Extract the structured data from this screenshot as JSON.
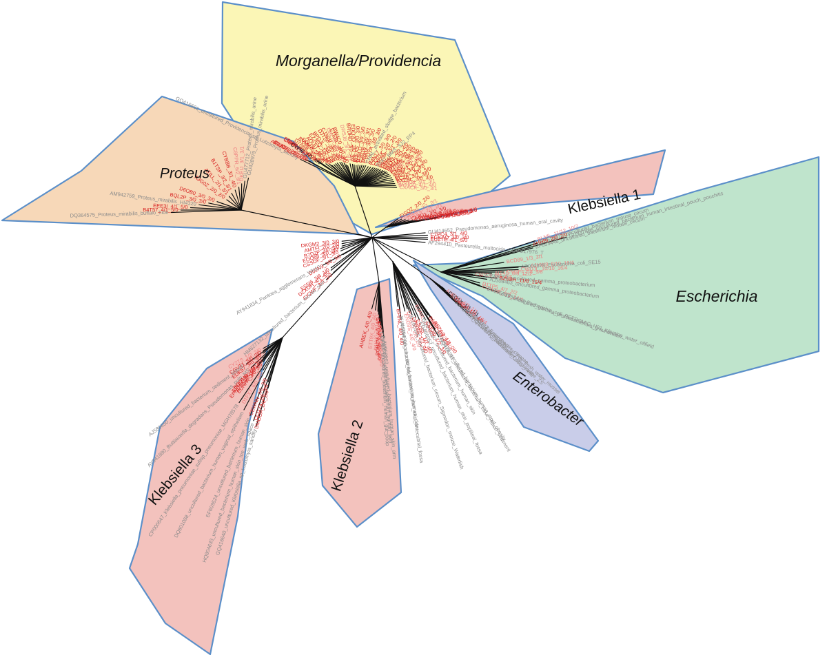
{
  "colors": {
    "border": "#5b8fc9",
    "branch": "#111111",
    "label_red": "#d62020",
    "label_pink": "#ee7e7e",
    "label_gray": "#8a8a8a"
  },
  "clades": [
    {
      "id": "morganella",
      "label": "Morganella/Providencia",
      "italic": true,
      "fill": "#fbf6b6"
    },
    {
      "id": "proteus",
      "label": "Proteus",
      "italic": true,
      "fill": "#f7d8b8"
    },
    {
      "id": "klebsiella1",
      "label": "Klebsiella 1",
      "italic": false,
      "fill": "#f3c2bd"
    },
    {
      "id": "escherichia",
      "label": "Escherichia",
      "italic": true,
      "fill": "#bfe4cc"
    },
    {
      "id": "enterobacter",
      "label": "Enterobacter",
      "italic": true,
      "fill": "#c9cde9"
    },
    {
      "id": "klebsiella2",
      "label": "Klebsiella 2",
      "italic": false,
      "fill": "#f3c2bd"
    },
    {
      "id": "klebsiella3",
      "label": "Klebsiella 3",
      "italic": false,
      "fill": "#f3c2bd"
    }
  ],
  "leaves": {
    "proteus": [
      {
        "t": "DQ364575_Proteus_mirabilis_buffalo_hide",
        "c": "gray"
      },
      {
        "t": "B4T57_4/1_5/0",
        "c": "red"
      },
      {
        "t": "EEE3I_4/1_5/0",
        "c": "red"
      },
      {
        "t": "AM942759_Proteus_mirabilis_HI4320",
        "c": "gray"
      },
      {
        "t": "BQL2P_3/0_3/0",
        "c": "red"
      },
      {
        "t": "D6OB0_3/0_3/0",
        "c": "red"
      },
      {
        "t": "A3G0Z_2/0_2/0",
        "c": "red"
      },
      {
        "t": "ATILL_2/1_3/1",
        "c": "red"
      },
      {
        "t": "B1TSP_3/2_3/1",
        "c": "red"
      },
      {
        "t": "CYBBB_3/1_4/0",
        "c": "red"
      },
      {
        "t": "C8PPR_6/2_6/1",
        "c": "pink"
      },
      {
        "t": "DKEIJ_3/1_3/1",
        "c": "pink"
      },
      {
        "t": "GU477712_Proteus_mirabilis_urine",
        "c": "gray"
      },
      {
        "t": "GU428979_Proteus_mirabilis_urine",
        "c": "gray"
      }
    ],
    "morganella": [
      {
        "t": "GQ416661_uncultured_Providencia_sp_Lutzomyia_sandfly",
        "c": "gray"
      },
      {
        "t": "APPAT_2/0_2/0",
        "c": "red"
      },
      {
        "t": "CLJCX_2/0_2/0",
        "c": "red"
      },
      {
        "t": "CUBBL_2/1_2/0",
        "c": "red"
      },
      {
        "t": "ESMR_4/1_4/0",
        "c": "red"
      },
      {
        "t": "CNAFE_3/0_3/0",
        "c": "red"
      },
      {
        "t": "DWCJK_3/0_3/0",
        "c": "red"
      },
      {
        "t": "CYFIE_1/1_1/0",
        "c": "black"
      },
      {
        "t": "D7A6B_3/0_3/0",
        "c": "red"
      },
      {
        "t": "BVMK0_3/0_3/0",
        "c": "red"
      },
      {
        "t": "EOUJK_3/0_3/0",
        "c": "red"
      },
      {
        "t": "AOUIT_2/0_2/0",
        "c": "red"
      },
      {
        "t": "EZJEQ_1/0_1/0",
        "c": "red"
      },
      {
        "t": "BPDJL_3/0_3/0",
        "c": "red"
      },
      {
        "t": "DJT2P_3/0_3/0",
        "c": "red"
      },
      {
        "t": "CJ3RR_3/0_3/0",
        "c": "red"
      },
      {
        "t": "DBLT3_3/1_2/0",
        "c": "pink"
      },
      {
        "t": "ETEBL_3/0_3/0",
        "c": "red"
      },
      {
        "t": "BW4C0_1/0_1/0",
        "c": "red"
      },
      {
        "t": "DRSJB_3/1_3/1",
        "c": "pink"
      },
      {
        "t": "BRDHD_3/0_3/0",
        "c": "red"
      },
      {
        "t": "EDQ2D_3/0_3/0",
        "c": "red"
      },
      {
        "t": "ALEXS_3/0_3/0",
        "c": "red"
      },
      {
        "t": "BJ9LO_3/0_3/0",
        "c": "red"
      },
      {
        "t": "C2BJB_3/0_3/1",
        "c": "red"
      },
      {
        "t": "DBAM_3/0_3/0",
        "c": "red"
      },
      {
        "t": "CVQYA_3/0_3/0",
        "c": "red"
      },
      {
        "t": "CHAL_activated_sludge_bacterium",
        "c": "gray"
      },
      {
        "t": "B4N17_3/0_3/0",
        "c": "red"
      },
      {
        "t": "CQ01K_2/0_2/0",
        "c": "red"
      },
      {
        "t": "CM28P_3/1_3/0",
        "c": "red"
      },
      {
        "t": "EEKI_BMS_SJ2_RP4",
        "c": "gray"
      },
      {
        "t": "D9NAL_2/0_2/0",
        "c": "red"
      },
      {
        "t": "CNFEL_3/1_3/0",
        "c": "red"
      },
      {
        "t": "CUQY1_3/0_3/0",
        "c": "red"
      },
      {
        "t": "EUOMK_3/0_3/0",
        "c": "red"
      },
      {
        "t": "BWHVG_3/0_3/0",
        "c": "red"
      },
      {
        "t": "DTE8E_3/1_2/1",
        "c": "pink"
      },
      {
        "t": "B4JSI_2/0_2/0",
        "c": "red"
      },
      {
        "t": "CNMYJ_3/0_3/0",
        "c": "red"
      },
      {
        "t": "ASIM_3/0_3/0",
        "c": "red"
      },
      {
        "t": "EAGYL_5/0_5/0",
        "c": "red"
      },
      {
        "t": "ECZB_3/1_3/0",
        "c": "red"
      },
      {
        "t": "BXZBL_3/0_3/0",
        "c": "red"
      },
      {
        "t": "D2VKM_3/1_3/1",
        "c": "pink"
      },
      {
        "t": "BYHG0_4/1_4/0",
        "c": "pink"
      },
      {
        "t": "CXACK_3/0_3/1",
        "c": "pink"
      }
    ],
    "klebsiella1": [
      {
        "t": "EISQZ_2/0_2/0",
        "c": "red"
      },
      {
        "t": "D3HJM_2/1_2/1",
        "c": "pink"
      },
      {
        "t": "D2DUL_2/1_2/1",
        "c": "pink"
      },
      {
        "t": "CL8U1_3/0_3/0",
        "c": "red"
      },
      {
        "t": "EFG0U_3/0_3/0",
        "c": "red"
      },
      {
        "t": "D1SOY_5/1_5/0",
        "c": "red"
      },
      {
        "t": "EWDGV_3/0_3/0",
        "c": "red"
      },
      {
        "t": "CDZFS_3/0_2/0",
        "c": "red"
      },
      {
        "t": "CSCOD_5/1_5/0",
        "c": "red"
      },
      {
        "t": "BQ8B8_1/0_1/0",
        "c": "red"
      },
      {
        "t": "CUT7A_3/0_3/0",
        "c": "red"
      },
      {
        "t": "BKH2_2/0_2/0",
        "c": "red"
      }
    ],
    "misc": [
      {
        "t": "GU414652_Pseudomonas_aeruginosa_human_oral_cavity",
        "c": "gray"
      },
      {
        "t": "C7PC4_3/1_4/0",
        "c": "red"
      },
      {
        "t": "EGKAQ_3/0_3/0",
        "c": "red"
      },
      {
        "t": "EUZTE_4/1_5/0",
        "c": "red"
      },
      {
        "t": "AF294410_Pasteurella_multocida_CCUG17976_T",
        "c": "gray"
      },
      {
        "t": "DKGM2_3/0_3/0",
        "c": "red"
      },
      {
        "t": "AMTFI_2/0_2/0",
        "c": "red"
      },
      {
        "t": "B7D2P_3/0_3/0",
        "c": "red"
      },
      {
        "t": "EOQ68_3/0_3/0",
        "c": "red"
      },
      {
        "t": "CSSOF_3/1_3/0",
        "c": "red"
      },
      {
        "t": "D0ZN9_3/0_3/0",
        "c": "red"
      },
      {
        "t": "AY941834_Pantoea_agglomerans_WH10",
        "c": "gray"
      },
      {
        "t": "ES5I6_3/4_1/0",
        "c": "red"
      },
      {
        "t": "DZXOH_4/1_4/0",
        "c": "red"
      },
      {
        "t": "CICWF_3/0_3/0",
        "c": "red"
      },
      {
        "t": "HM627132_uncultured_bacterium_mouse_skin",
        "c": "gray"
      }
    ],
    "escherichia": [
      {
        "t": "GU937466_uncultured_bacterium_human_intestinal_pouch_pouchitis",
        "c": "gray"
      },
      {
        "t": "BLNIL_11/12_10/7",
        "c": "pink"
      },
      {
        "t": "EU515711_uncultured_bacterium_mouse_cecum",
        "c": "gray"
      },
      {
        "t": "AHHBI_2/0_2/0",
        "c": "red"
      },
      {
        "t": "EF603446_uncultured_bacterium_mouse_cecum",
        "c": "gray"
      },
      {
        "t": "BCD89_1/3_3/1",
        "c": "pink"
      },
      {
        "t": "AJHW8_8/10_16/4",
        "c": "pink"
      },
      {
        "t": "AP009378_Escherichia_coli_SE15",
        "c": "gray"
      },
      {
        "t": "CWUJL_10/10_16/4",
        "c": "pink"
      },
      {
        "t": "CNGFI_7/8_9/8",
        "c": "pink"
      },
      {
        "t": "AIT4D_6/8_12/2",
        "c": "pink"
      },
      {
        "t": "C6PC4_8/5_8/4",
        "c": "pink"
      },
      {
        "t": "AJ555053_uncultured_gamma_proteobacterium",
        "c": "gray"
      },
      {
        "t": "BZVBH_11/8_15/4",
        "c": "red"
      },
      {
        "t": "AJ308463_uncultured_gamma_proteobacterium",
        "c": "gray"
      },
      {
        "t": "D1TP5_4/7_2/2",
        "c": "pink"
      },
      {
        "t": "CGWHE_9/9_14/4",
        "c": "pink"
      },
      {
        "t": "EU595531_uncultured_gamma_proteobacterium_groundwater",
        "c": "gray"
      },
      {
        "t": "AY956840_Escherichia_coli_PETROMIC_H01_injection_water_oilfield",
        "c": "gray"
      }
    ],
    "enterobacter": [
      {
        "t": "ANCYC_6/5_1/1",
        "c": "pink"
      },
      {
        "t": "CFG1X_1/1_1/1",
        "c": "black"
      },
      {
        "t": "EZXYE_10/11_16/4",
        "c": "pink"
      },
      {
        "t": "AY924380_uncultured_bacterium_Dubai_river",
        "c": "gray"
      },
      {
        "t": "C4A9P_1/2_4/0",
        "c": "red"
      },
      {
        "t": "EU137473_Enterobacter_sp_Fuji_fresh_water_mussel",
        "c": "gray"
      },
      {
        "t": "FJ191392_Enterobacter_cloacae",
        "c": "gray"
      },
      {
        "t": "HQ857917_Enterobacter_sp_sewage_ZS",
        "c": "gray"
      }
    ],
    "klebsiella2": [
      {
        "t": "AHBEK_4/0_4/0",
        "c": "red"
      },
      {
        "t": "ETT9X_4/0_4/0",
        "c": "pink"
      },
      {
        "t": "B1LVG_4/1_4/1",
        "c": "pink"
      },
      {
        "t": "BOBSV_4/1_4/0",
        "c": "red"
      },
      {
        "t": "CWNPZ_4/1_4/0",
        "c": "red"
      },
      {
        "t": "CP7E2_4/1_4/0",
        "c": "pink"
      },
      {
        "t": "C1YHQ_3/0_3/0",
        "c": "pink"
      },
      {
        "t": "DGFMF_uncultured_bacterium_human_gut_poop",
        "c": "gray"
      },
      {
        "t": "EU456457_uncultured_bacterium_human_skin",
        "c": "gray"
      },
      {
        "t": "AY958902_uncultured_bacterium_human_skin_arm",
        "c": "gray"
      }
    ],
    "middle": [
      {
        "t": "EF6NL_4/0_4/0",
        "c": "red"
      },
      {
        "t": "JF144494_uncultured_bacterium_human_skin_antecubital_fossa",
        "c": "gray"
      },
      {
        "t": "AY954900_uncultured_bacterium_human_skin",
        "c": "gray"
      },
      {
        "t": "ENG9S_4/0_4/0",
        "c": "pink"
      },
      {
        "t": "D9RUS_2/0_2/0",
        "c": "pink"
      },
      {
        "t": "JF165186_uncultured_bacterium_cecum_Sigmodon_mouse_Waterfish",
        "c": "gray"
      },
      {
        "t": "DPRBS_1/2_4/0",
        "c": "red"
      },
      {
        "t": "ES0SL_1/2_4/0",
        "c": "red"
      },
      {
        "t": "EG466052_uncultured_bacterium_human_skin_popliteal_fossa",
        "c": "gray"
      },
      {
        "t": "EZA0L_2/1_2/1",
        "c": "pink"
      },
      {
        "t": "GQ044387_uncultured_bacterium_human_skin",
        "c": "gray"
      },
      {
        "t": "C5EX0_1/2_3/0",
        "c": "red"
      },
      {
        "t": "BMIIL_1/1_2/0",
        "c": "red"
      },
      {
        "t": "AJLK7_1/2_2/1",
        "c": "pink"
      },
      {
        "t": "BSZAQ_1/1_2/0",
        "c": "red"
      },
      {
        "t": "FR739476_uncultured_bacterium_human_stool_obesity",
        "c": "gray"
      },
      {
        "t": "DQ466311_uncultured_bacterium_Lake_Huron_sediment",
        "c": "gray"
      }
    ],
    "klebsiella3": [
      {
        "t": "CYZ7S_1/2_3/0",
        "c": "pink"
      },
      {
        "t": "CGVT1_3/0_3/0",
        "c": "red"
      },
      {
        "t": "EDK57_3/0_3/0",
        "c": "red"
      },
      {
        "t": "AJ580650_uncultured_bacterium_sediment_MW4F",
        "c": "gray"
      },
      {
        "t": "AY941880_Buttiauxella_degradans_Pseudomonas_pulp_MS",
        "c": "gray"
      },
      {
        "t": "BGQMB_2/0_2/0",
        "c": "red"
      },
      {
        "t": "EUHFA_3/0_3/0",
        "c": "red"
      },
      {
        "t": "BCITZ_2/0_2/0",
        "c": "red"
      },
      {
        "t": "EPNDS_3/0_3/0",
        "c": "red"
      },
      {
        "t": "D1FX7_6/0_6/0",
        "c": "pink"
      },
      {
        "t": "CEWNN_3/0_3/0",
        "c": "red"
      },
      {
        "t": "CCG23_3/0_3/0",
        "c": "red"
      },
      {
        "t": "DMOOA_2/0_2/0",
        "c": "red"
      },
      {
        "t": "CP000647_Klebsiella_pneumoniae_subsp_pneumoniae_MGH78578",
        "c": "gray"
      },
      {
        "t": "DQ801088_uncultured_bacterium_human_vaginal_epithelium",
        "c": "gray"
      },
      {
        "t": "EF603524_uncultured_bacterium_human_skin",
        "c": "gray"
      },
      {
        "t": "HQ804633_uncultured_bacterium_human_skin_toe_web_space",
        "c": "gray"
      },
      {
        "t": "GQ416640_uncultured_Klebsiella_sp_Lutzomyia_sandfly",
        "c": "gray"
      }
    ]
  }
}
